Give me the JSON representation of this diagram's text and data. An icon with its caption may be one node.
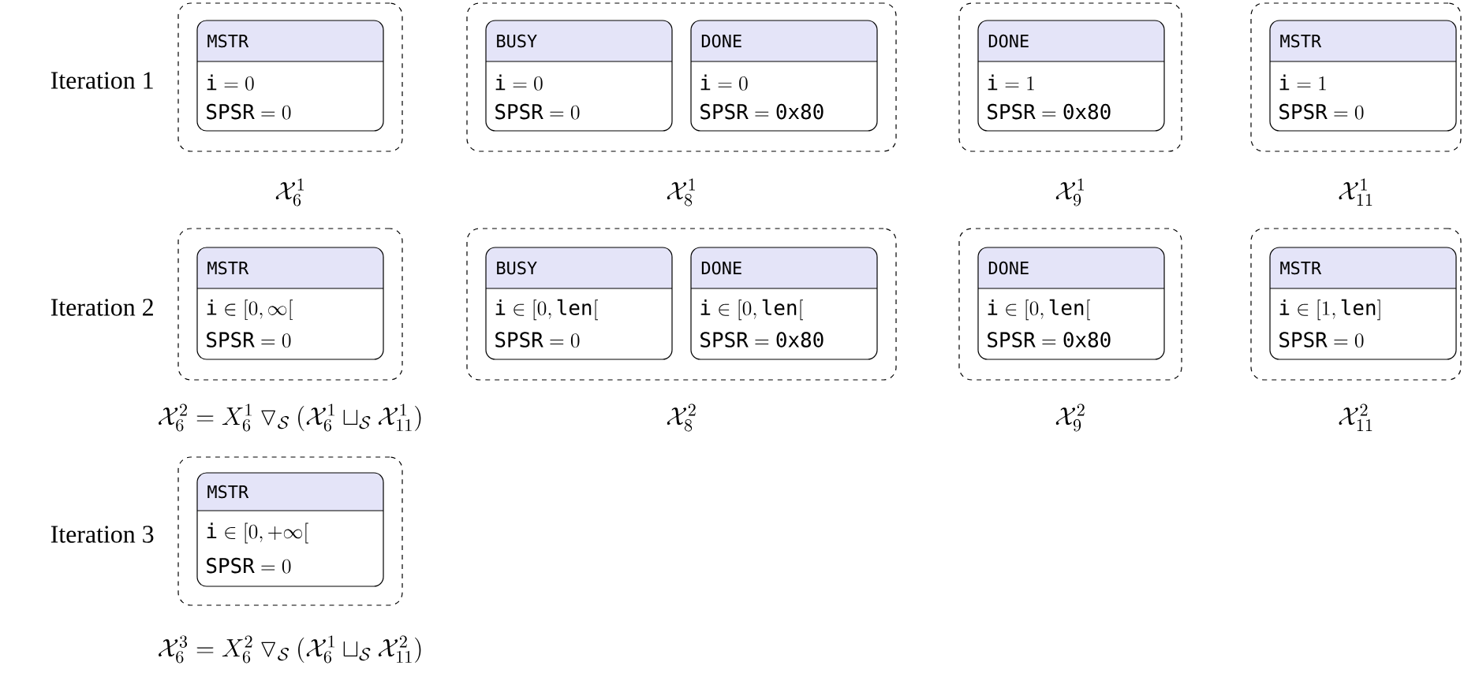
{
  "diagram": {
    "nodes": [
      {
        "text": [],
        "shape": "box",
        "beside": [
          "\\mathcal{X}_{6}^{1}"
        ]
      },
      {
        "text": [
          "MSTR",
          "\\texttt{i} = 0",
          "\\texttt{SPSR} = 0"
        ],
        "in": 0
      },
      {
        "text": [],
        "shape": "box",
        "beside": [
          "\\mathcal{X}_{8}^{1}"
        ]
      },
      {
        "text": [
          "BUSY",
          "\\texttt{i} = 0",
          "\\texttt{SPSR} = 0"
        ],
        "in": 2
      },
      {
        "text": [
          "DONE",
          "\\texttt{i} = 0",
          "\\texttt{SPSR} = \\texttt{0x80}"
        ],
        "in": 2
      },
      {
        "text": [],
        "shape": "box",
        "beside": [
          "\\mathcal{X}_{9}^{1}"
        ]
      },
      {
        "text": [
          "DONE",
          "\\texttt{i} = 1",
          "\\texttt{SPSR} = \\texttt{0x80}"
        ],
        "in": 5
      },
      {
        "text": [],
        "shape": "box",
        "beside": [
          "\\mathcal{X}_{11}^{1}"
        ]
      },
      {
        "text": [
          "MSTR",
          "\\texttt{i} = 1",
          "\\texttt{SPSR} = 0"
        ],
        "in": 7
      },
      {
        "text": [],
        "shape": "box",
        "beside": [
          "\\mathcal{X}_{6}^{2} = X_{6}^{1} \\mathbin{\\triangledown_{\\mathcal{S}}} (\\mathcal{X}_{6}^{1} \\sqcup_{\\mathcal{S}} \\mathcal{X}_{11}^{1})"
        ]
      },
      {
        "text": [
          "MSTR",
          "\\texttt{i} \\in [0, \\infty[",
          "\\texttt{SPSR} = 0"
        ],
        "in": 9
      },
      {
        "text": [],
        "shape": "box",
        "beside": [
          "\\mathcal{X}_{8}^{2}"
        ]
      },
      {
        "text": [
          "BUSY",
          "\\texttt{i} \\in [0, \\texttt{len}[",
          "\\texttt{SPSR} = 0"
        ],
        "in": 11
      },
      {
        "text": [
          "DONE",
          "\\texttt{i} \\in [0, \\texttt{len}[",
          "\\texttt{SPSR} = \\texttt{0x80}"
        ],
        "in": 11
      },
      {
        "text": [],
        "shape": "box",
        "beside": [
          "\\mathcal{X}_{9}^{2}"
        ]
      },
      {
        "text": [
          "DONE",
          "\\texttt{i} \\in [0, \\texttt{len}[",
          "\\texttt{SPSR} = \\texttt{0x80}"
        ],
        "in": 14
      },
      {
        "text": [],
        "shape": "box",
        "beside": [
          "\\mathcal{X}_{11}^{2}"
        ]
      },
      {
        "text": [
          "MSTR",
          "\\texttt{i} \\in [1, \\texttt{len}]",
          "\\texttt{SPSR} = 0"
        ],
        "in": 16
      },
      {
        "text": [],
        "shape": "box",
        "beside": [
          "\\mathcal{X}_{6}^{3} = X_{6}^{2} \\mathbin{\\triangledown_{\\mathcal{S}}} (\\mathcal{X}_{6}^{1} \\sqcup_{\\mathcal{S}} \\mathcal{X}_{11}^{2})"
        ]
      },
      {
        "text": [
          "MSTR",
          "\\texttt{i} \\in [0, +\\infty[",
          "\\texttt{SPSR} = 0"
        ],
        "in": 18
      }
    ],
    "labels": [
      "Iteration 1",
      "Iteration 2",
      "Iteration 3"
    ]
  }
}
